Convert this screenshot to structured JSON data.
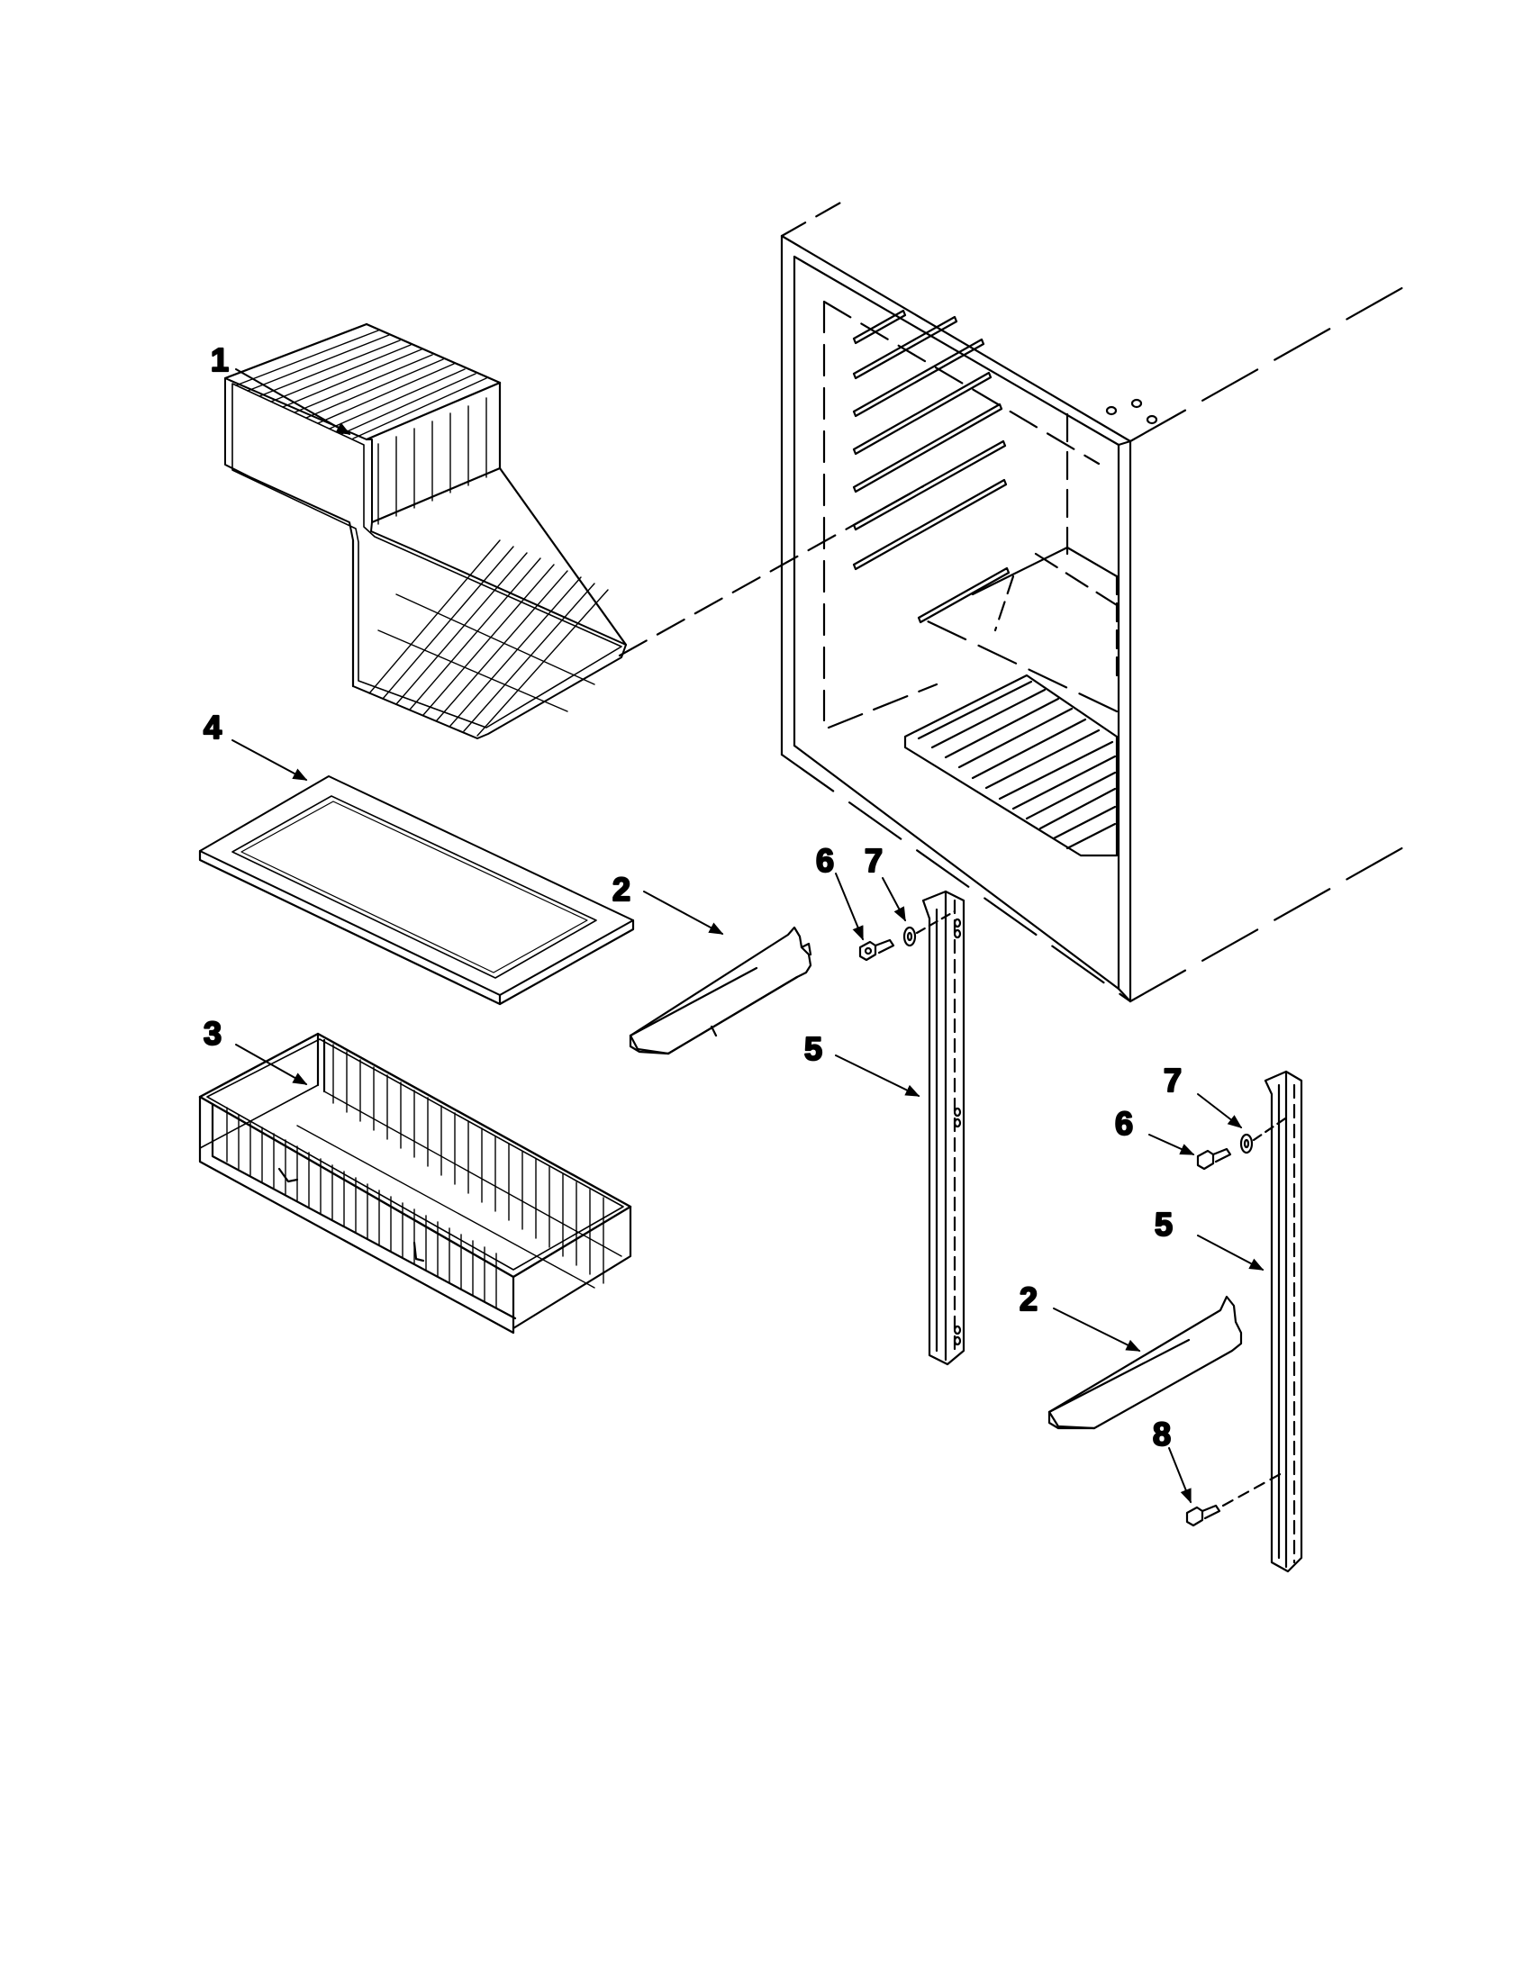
{
  "diagram": {
    "callouts": [
      {
        "id": "c1",
        "label": "1"
      },
      {
        "id": "c4",
        "label": "4"
      },
      {
        "id": "c3",
        "label": "3"
      },
      {
        "id": "c2a",
        "label": "2"
      },
      {
        "id": "c6a",
        "label": "6"
      },
      {
        "id": "c7a",
        "label": "7"
      },
      {
        "id": "c5a",
        "label": "5"
      },
      {
        "id": "c7b",
        "label": "7"
      },
      {
        "id": "c6b",
        "label": "6"
      },
      {
        "id": "c5b",
        "label": "5"
      },
      {
        "id": "c2b",
        "label": "2"
      },
      {
        "id": "c8",
        "label": "8"
      }
    ]
  },
  "colors": {
    "line": "#000000",
    "background": "#ffffff"
  }
}
